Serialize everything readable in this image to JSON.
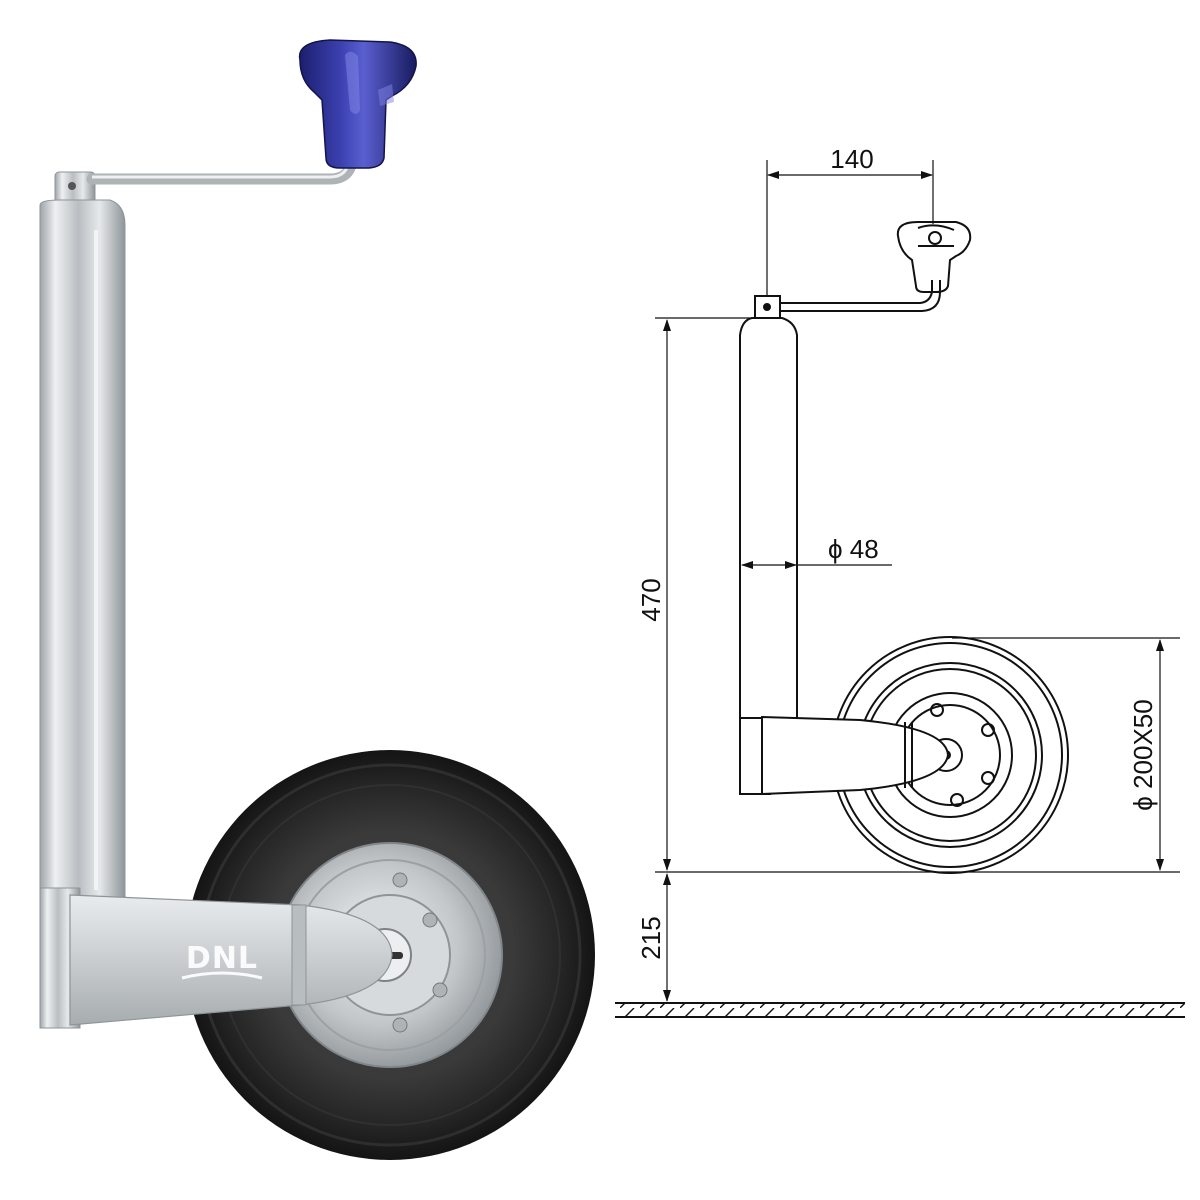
{
  "product": {
    "brand_logo": "DNL",
    "colors": {
      "knob": "#2b2f8f",
      "tire": "#222222",
      "metal": "#cfd3d6",
      "line": "#111111"
    }
  },
  "drawing": {
    "dimensions": {
      "crank_offset": "140",
      "tube_diameter": "ϕ 48",
      "total_height": "470",
      "wheel_size": "ϕ 200X50",
      "ground_clearance": "215"
    }
  }
}
